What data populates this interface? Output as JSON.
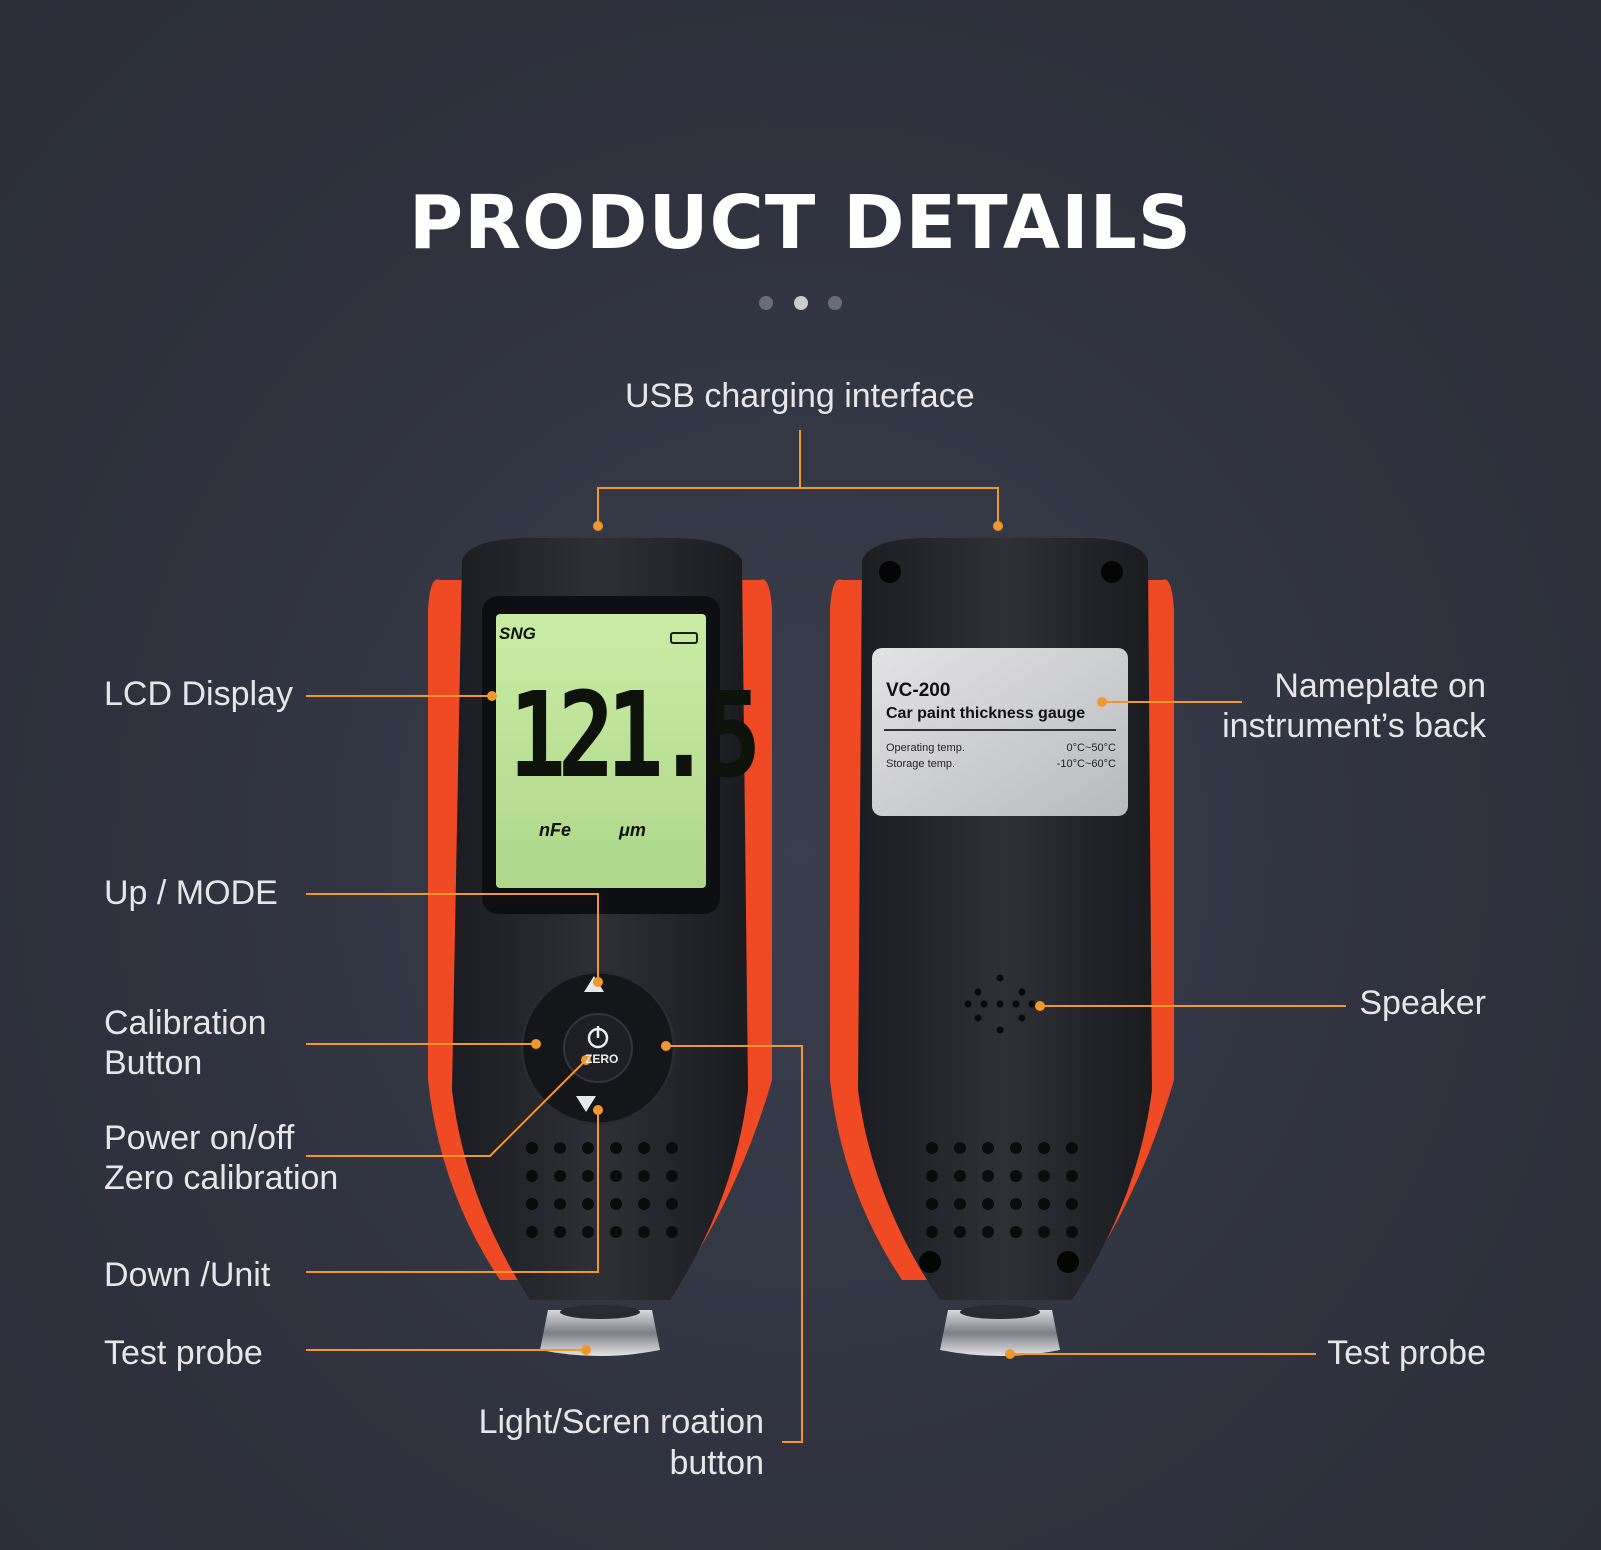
{
  "header": {
    "title": "PRODUCT DETAILS"
  },
  "pager": {
    "dots": 3,
    "active": 2
  },
  "labels": {
    "usb": "USB charging interface",
    "lcd": "LCD Display",
    "up_mode": "Up / MODE",
    "calibration_1": "Calibration",
    "calibration_2": "Button",
    "power_1": "Power on/off",
    "power_2": "Zero calibration",
    "down_unit": "Down  /Unit",
    "test_probe_left": "Test probe",
    "light_1": "Light/Scren roation",
    "light_2": "button",
    "nameplate_1": "Nameplate on",
    "nameplate_2": "instrument’s back",
    "speaker": "Speaker",
    "test_probe_right": "Test probe"
  },
  "lcd": {
    "mode": "SNG",
    "reading": "121.5",
    "substrate": "nFe",
    "unit": "μm"
  },
  "device": {
    "zero_label": "ZERO"
  },
  "nameplate": {
    "model": "VC-200",
    "description": "Car paint thickness gauge",
    "operating_label": "Operating temp.",
    "operating_value": "0°C~50°C",
    "storage_label": "Storage temp.",
    "storage_value": "-10°C~60°C"
  },
  "colors": {
    "accent": "#f0982c",
    "body_orange": "#f04a24",
    "lcd_green": "#bfe39a",
    "background": "#30333f"
  }
}
